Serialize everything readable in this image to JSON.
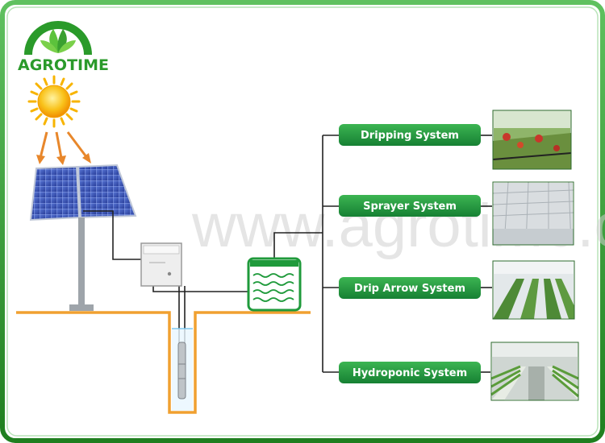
{
  "logo": {
    "text": "AGROTIME"
  },
  "watermark": {
    "text": "www.agrotime.cn"
  },
  "systems": [
    {
      "label": "Dripping System",
      "photo": "greenhouse-tomato-drip-photo"
    },
    {
      "label": "Sprayer System",
      "photo": "greenhouse-sprayer-photo"
    },
    {
      "label": "Drip Arrow System",
      "photo": "greenhouse-drip-arrow-photo"
    },
    {
      "label": "Hydroponic System",
      "photo": "greenhouse-hydroponic-photo"
    }
  ],
  "colors": {
    "frame": "#2f9a2f",
    "pill": "#1f9a3b",
    "logo_green": "#2a9a2a",
    "ground": "#f0a030",
    "cable": "#222222",
    "tank": "#1f9a3b",
    "sun": "#f7b400",
    "arrow": "#e8872b",
    "panel": "#3b55b8"
  }
}
